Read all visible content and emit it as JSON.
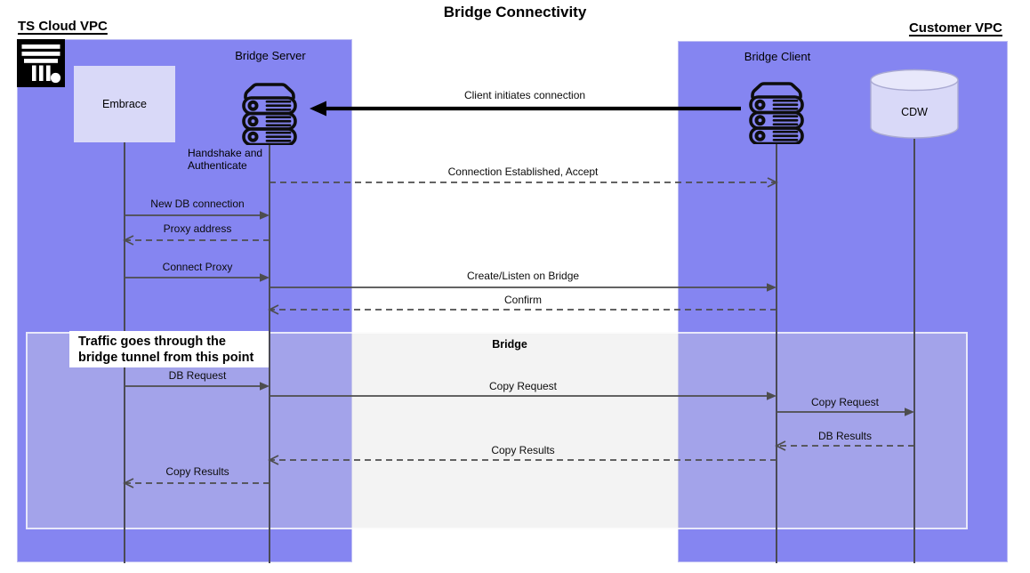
{
  "title": "Bridge Connectivity",
  "regions": {
    "left": {
      "label": "TS Cloud VPC"
    },
    "right": {
      "label": "Customer VPC"
    }
  },
  "actors": {
    "embrace": {
      "label": "Embrace"
    },
    "bridge_server": {
      "label": "Bridge Server",
      "handshake_line1": "Handshake and",
      "handshake_line2": "Authenticate"
    },
    "bridge_client": {
      "label": "Bridge Client"
    },
    "cdw": {
      "label": "CDW"
    }
  },
  "bridge_box": {
    "label": "Bridge"
  },
  "note": {
    "line1": "Traffic goes through the",
    "line2": "bridge tunnel from this point"
  },
  "messages": [
    {
      "id": "client-initiates",
      "label": "Client initiates connection",
      "from": "bridge_client",
      "to": "bridge_server",
      "style": "bold"
    },
    {
      "id": "conn-established",
      "label": "Connection Established, Accept",
      "from": "bridge_server",
      "to": "bridge_client",
      "style": "dashed"
    },
    {
      "id": "new-db",
      "label": "New DB connection",
      "from": "embrace",
      "to": "bridge_server",
      "style": "solid"
    },
    {
      "id": "proxy-address",
      "label": "Proxy address",
      "from": "bridge_server",
      "to": "embrace",
      "style": "dashed"
    },
    {
      "id": "connect-proxy",
      "label": "Connect Proxy",
      "from": "embrace",
      "to": "bridge_server",
      "style": "solid"
    },
    {
      "id": "create-listen",
      "label": "Create/Listen on Bridge",
      "from": "bridge_server",
      "to": "bridge_client",
      "style": "solid"
    },
    {
      "id": "confirm",
      "label": "Confirm",
      "from": "bridge_client",
      "to": "bridge_server",
      "style": "dashed"
    },
    {
      "id": "db-request",
      "label": "DB Request",
      "from": "embrace",
      "to": "bridge_server",
      "style": "solid"
    },
    {
      "id": "copy-request-bridge",
      "label": "Copy Request",
      "from": "bridge_server",
      "to": "bridge_client",
      "style": "solid"
    },
    {
      "id": "copy-request-cdw",
      "label": "Copy Request",
      "from": "bridge_client",
      "to": "cdw",
      "style": "solid"
    },
    {
      "id": "db-results",
      "label": "DB Results",
      "from": "cdw",
      "to": "bridge_client",
      "style": "dashed"
    },
    {
      "id": "copy-results-bridge",
      "label": "Copy Results",
      "from": "bridge_client",
      "to": "bridge_server",
      "style": "dashed"
    },
    {
      "id": "copy-results-embrace",
      "label": "Copy Results",
      "from": "bridge_server",
      "to": "embrace",
      "style": "dashed"
    }
  ],
  "colors": {
    "region_fill": "#8585f1",
    "node_fill": "#d9d9f8",
    "bridge_fill": "#f2f2f3",
    "arrow": "#4d4d4d",
    "bold_arrow": "#000000"
  }
}
